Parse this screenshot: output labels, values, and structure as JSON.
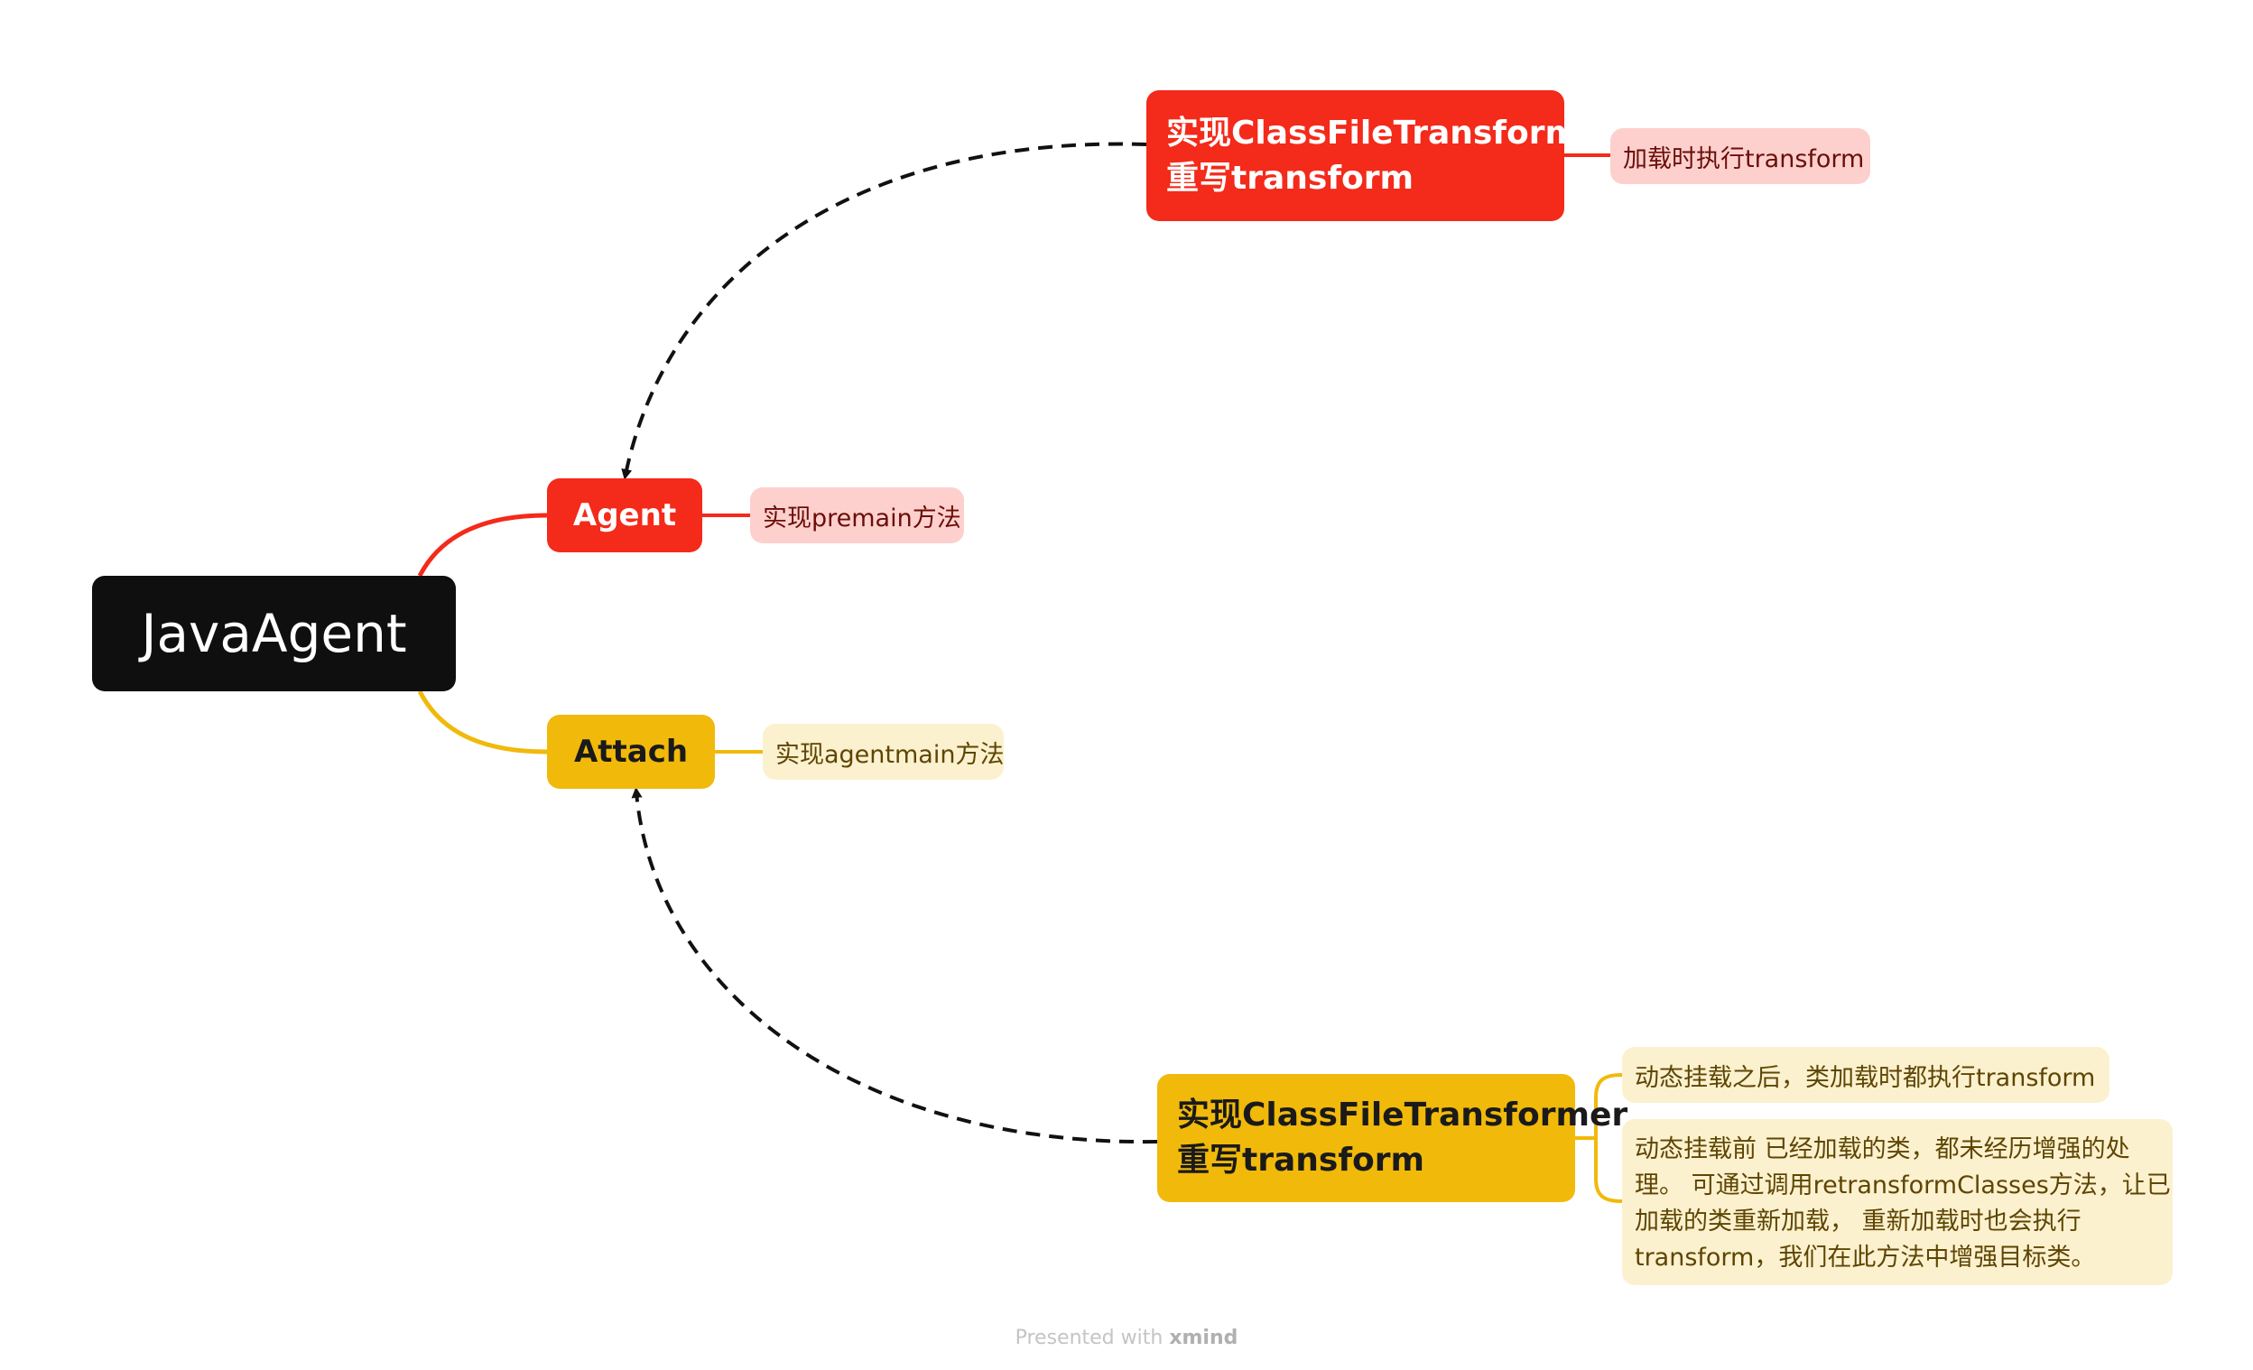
{
  "root": {
    "label": "JavaAgent"
  },
  "branches": {
    "agent": {
      "label": "Agent",
      "detail": "实现premain方法",
      "linked_topic": {
        "line1": "实现ClassFileTransformer",
        "line2": "重写transform",
        "note": "加载时执行transform"
      }
    },
    "attach": {
      "label": "Attach",
      "detail": "实现agentmain方法",
      "linked_topic": {
        "line1": "实现ClassFileTransformer",
        "line2": "重写transform",
        "note1": "动态挂载之后，类加载时都执行transform",
        "note2": {
          "line1": "动态挂载前 已经加载的类，都未经历增强的处",
          "line2": "理。 可通过调用retransformClasses方法，让已",
          "line3": "加载的类重新加载， 重新加载时也会执行",
          "line4": "transform，我们在此方法中增强目标类。"
        }
      }
    }
  },
  "footer": {
    "prefix": "Presented with",
    "brand": "xmind"
  },
  "colors": {
    "root_bg": "#0f0f0f",
    "red": "#f42a1a",
    "red_light": "#fdd0ce",
    "yellow": "#f1b90a",
    "yellow_light": "#fcf1ce"
  }
}
